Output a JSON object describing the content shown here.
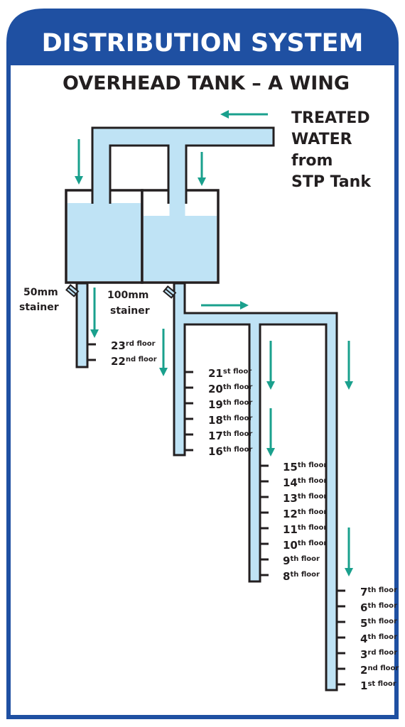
{
  "header": {
    "title": "DISTRIBUTION SYSTEM"
  },
  "subtitle": "OVERHEAD TANK – A WING",
  "source": {
    "line1": "TREATED",
    "line2": "WATER",
    "line3": "from",
    "line4": "STP Tank"
  },
  "strainers": {
    "small": {
      "line1": "50mm",
      "line2": "stainer"
    },
    "large": {
      "line1": "100mm",
      "line2": "stainer"
    }
  },
  "branch1_floors": [
    {
      "num": "23",
      "suffix": "rd floor"
    },
    {
      "num": "22",
      "suffix": "nd floor"
    }
  ],
  "branch2_floors": [
    {
      "num": "21",
      "suffix": "st floor"
    },
    {
      "num": "20",
      "suffix": "th floor"
    },
    {
      "num": "19",
      "suffix": "th floor"
    },
    {
      "num": "18",
      "suffix": "th floor"
    },
    {
      "num": "17",
      "suffix": "th floor"
    },
    {
      "num": "16",
      "suffix": "th floor"
    }
  ],
  "branch3_floors": [
    {
      "num": "15",
      "suffix": "th floor"
    },
    {
      "num": "14",
      "suffix": "th floor"
    },
    {
      "num": "13",
      "suffix": "th floor"
    },
    {
      "num": "12",
      "suffix": "th floor"
    },
    {
      "num": "11",
      "suffix": "th floor"
    },
    {
      "num": "10",
      "suffix": "th floor"
    },
    {
      "num": "9",
      "suffix": "th floor"
    },
    {
      "num": "8",
      "suffix": "th floor"
    }
  ],
  "branch4_floors": [
    {
      "num": "7",
      "suffix": "th floor"
    },
    {
      "num": "6",
      "suffix": "th floor"
    },
    {
      "num": "5",
      "suffix": "th floor"
    },
    {
      "num": "4",
      "suffix": "th floor"
    },
    {
      "num": "3",
      "suffix": "rd floor"
    },
    {
      "num": "2",
      "suffix": "nd floor"
    },
    {
      "num": "1",
      "suffix": "st floor"
    }
  ],
  "colors": {
    "frame": "#1f50a2",
    "pipe": "#bfe3f5",
    "arrow": "#1aa08d",
    "text": "#231f20"
  }
}
